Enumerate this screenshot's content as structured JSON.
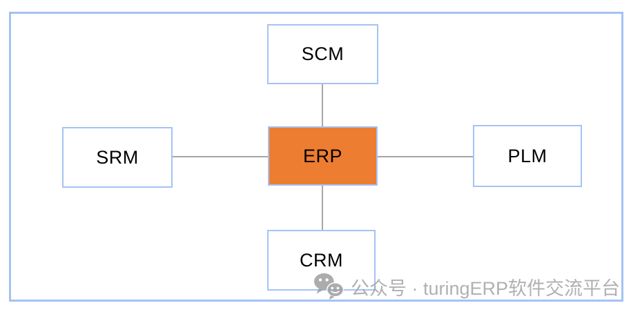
{
  "diagram": {
    "type": "hub-and-spoke",
    "center": {
      "label": "ERP",
      "fill_color": "#ED7D31"
    },
    "nodes": [
      {
        "label": "SCM",
        "position": "top"
      },
      {
        "label": "SRM",
        "position": "left"
      },
      {
        "label": "PLM",
        "position": "right"
      },
      {
        "label": "CRM",
        "position": "bottom"
      }
    ],
    "connections": [
      "ERP-SCM",
      "ERP-SRM",
      "ERP-PLM",
      "ERP-CRM"
    ],
    "colors": {
      "box_border": "#a4c2f4",
      "frame_border": "#a4c2f4",
      "connector_line": "#a6a6a6",
      "label_text": "#000000"
    }
  },
  "watermark": {
    "icon": "wechat-icon",
    "text": "公众号 · turingERP软件交流平台",
    "color": "#a3a3a3"
  }
}
